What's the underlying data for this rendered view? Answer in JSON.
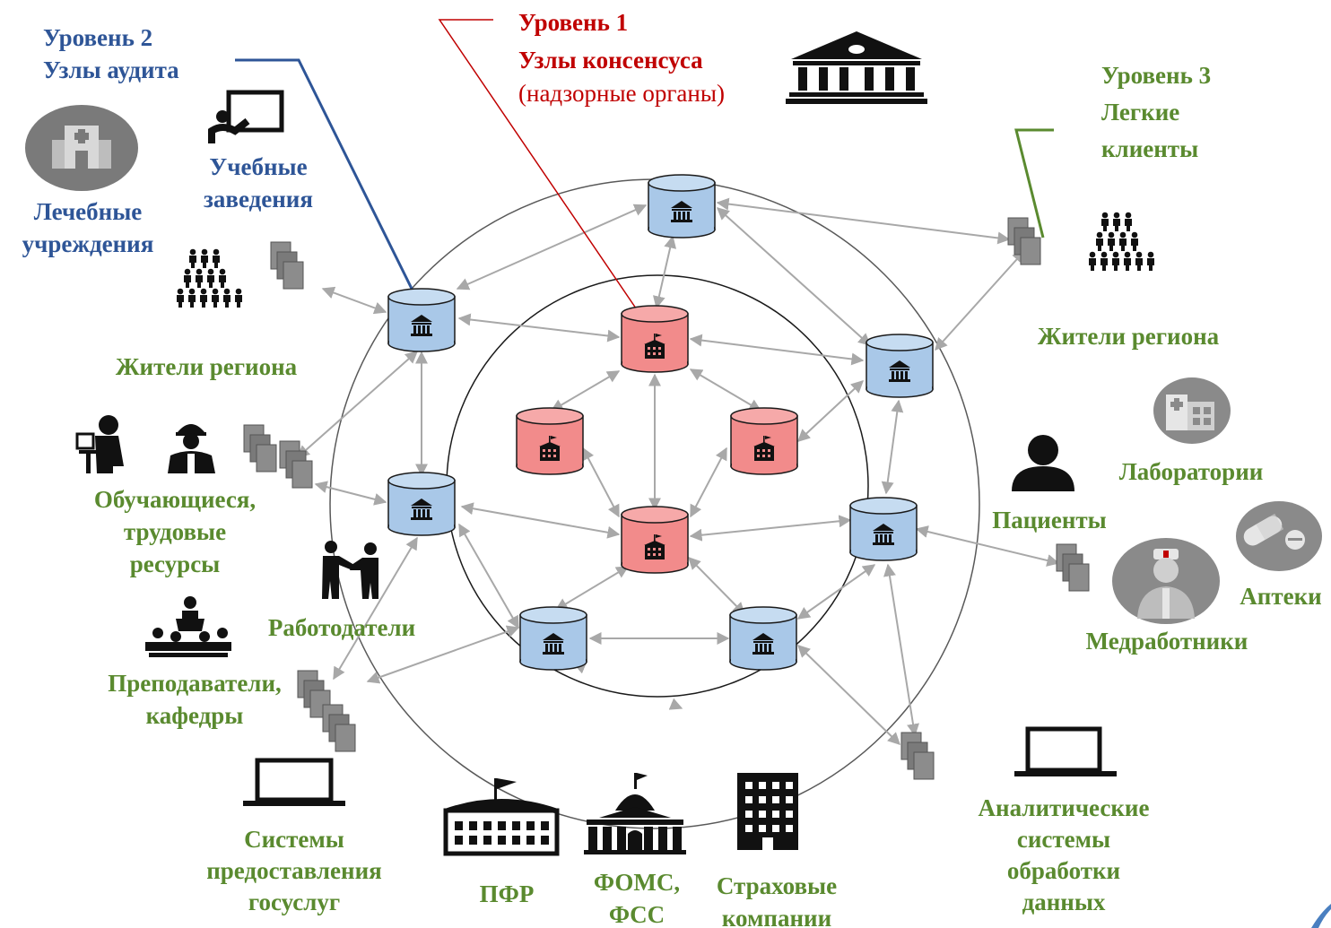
{
  "colors": {
    "level1": "#c00000",
    "level2": "#2e5597",
    "level3": "#5a8a2f",
    "node_blue": "#a9c8e8",
    "node_red": "#f28b8b",
    "arrows": "#a8a8a8",
    "rings": "#595959"
  },
  "level1": {
    "title": "Уровень 1",
    "subtitle": "Узлы консенсуса",
    "note": "(надзорные органы)"
  },
  "level2": {
    "title": "Уровень 2",
    "subtitle": "Узлы аудита"
  },
  "level3": {
    "title": "Уровень 3",
    "line1": "Легкие",
    "line2": "клиенты"
  },
  "labels": {
    "medical_1": "Лечебные",
    "medical_2": "учреждения",
    "edu_1": "Учебные",
    "edu_2": "заведения",
    "residents_left": "Жители региона",
    "residents_right": "Жители региона",
    "learners_1": "Обучающиеся,",
    "learners_2": "трудовые",
    "learners_3": "ресурсы",
    "employers": "Работодатели",
    "teachers_1": "Преподаватели,",
    "teachers_2": "кафедры",
    "gov_1": "Системы",
    "gov_2": "предоставления",
    "gov_3": "госуслуг",
    "pfr": "ПФР",
    "foms_1": "ФОМС,",
    "foms_2": "ФСС",
    "ins_1": "Страховые",
    "ins_2": "компании",
    "anal_1": "Аналитические",
    "anal_2": "системы",
    "anal_3": "обработки",
    "anal_4": "данных",
    "labs": "Лаборатории",
    "patients": "Пациенты",
    "pharm": "Аптеки",
    "medstaff": "Медработники"
  },
  "icons": {
    "gov_building": "government-building-icon",
    "teacher_board": "teacher-board-icon",
    "hospital": "hospital-icon",
    "crowd": "crowd-icon",
    "document_stack": "document-stack-icon",
    "office_worker": "office-worker-icon",
    "builder": "construction-worker-icon",
    "handshake": "handshake-icon",
    "lecture": "lecture-icon",
    "laptop": "laptop-icon",
    "pfr_building": "pfr-building-icon",
    "foms_building": "domed-building-icon",
    "office_tower": "office-tower-icon",
    "patient": "person-icon",
    "laboratory": "laboratory-icon",
    "pills": "pills-icon",
    "doctor": "doctor-icon"
  }
}
